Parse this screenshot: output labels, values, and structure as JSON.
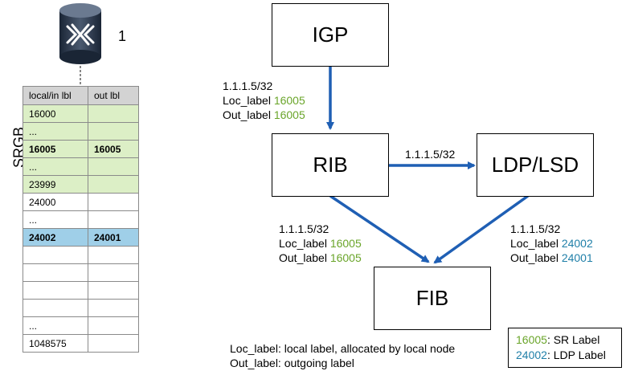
{
  "router": {
    "icon": "router-icon",
    "label": "1"
  },
  "srgb": {
    "label": "SRGB",
    "headers": [
      "local/in lbl",
      "out lbl"
    ],
    "rows": [
      {
        "local": "16000",
        "out": "",
        "kind": "sr"
      },
      {
        "local": "...",
        "out": "",
        "kind": "sr"
      },
      {
        "local": "16005",
        "out": "16005",
        "kind": "sr",
        "bold": true
      },
      {
        "local": "...",
        "out": "",
        "kind": "sr"
      },
      {
        "local": "23999",
        "out": "",
        "kind": "sr"
      },
      {
        "local": "24000",
        "out": "",
        "kind": "plain"
      },
      {
        "local": "...",
        "out": "",
        "kind": "plain"
      },
      {
        "local": "24002",
        "out": "24001",
        "kind": "ldp",
        "bold": true
      },
      {
        "local": "",
        "out": "",
        "kind": "plain"
      },
      {
        "local": "",
        "out": "",
        "kind": "plain"
      },
      {
        "local": "",
        "out": "",
        "kind": "plain"
      },
      {
        "local": "",
        "out": "",
        "kind": "plain"
      },
      {
        "local": "...",
        "out": "",
        "kind": "plain"
      },
      {
        "local": "1048575",
        "out": "",
        "kind": "plain"
      }
    ]
  },
  "boxes": {
    "igp": "IGP",
    "rib": "RIB",
    "ldp": "LDP/LSD",
    "fib": "FIB"
  },
  "labels": {
    "igp_to_rib": {
      "prefix": "1.1.1.5/32",
      "loc_key": "Loc_label ",
      "loc_val": "16005",
      "out_key": "Out_label ",
      "out_val": "16005"
    },
    "rib_to_ldp": {
      "prefix": "1.1.1.5/32"
    },
    "rib_to_fib": {
      "prefix": "1.1.1.5/32",
      "loc_key": "Loc_label ",
      "loc_val": "16005",
      "out_key": "Out_label ",
      "out_val": "16005"
    },
    "ldp_to_fib": {
      "prefix": "1.1.1.5/32",
      "loc_key": "Loc_label ",
      "loc_val": "24002",
      "out_key": "Out_label ",
      "out_val": "24001"
    }
  },
  "notes": {
    "line1": "Loc_label: local label, allocated by local node",
    "line2": "Out_label: outgoing label"
  },
  "legend": {
    "sr_val": "16005",
    "sr_text": ": SR Label",
    "ldp_val": "24002",
    "ldp_text": ": LDP Label"
  },
  "colors": {
    "sr": "#6aa52a",
    "ldp": "#1f7fa8",
    "arrow": "#1f5fb4",
    "sr_row": "#dcefc6",
    "ldp_row": "#9fcfe8"
  }
}
